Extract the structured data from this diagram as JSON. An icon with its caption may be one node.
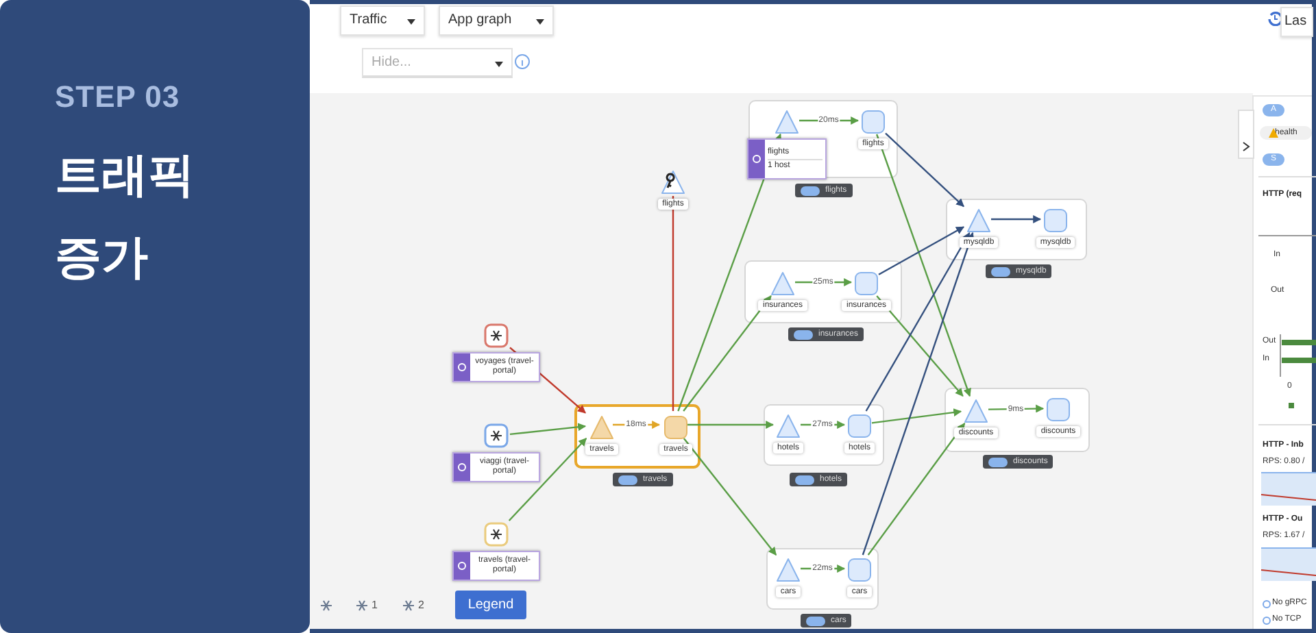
{
  "diagram": {
    "title": "트래픽 증가",
    "nodes": [
      {
        "text": [
          "voyages (travel-portal)"
        ]
      },
      {
        "text": [
          "viaggi (travel-portal)"
        ]
      },
      {
        "text": [
          "travels (travel-portal)"
        ]
      },
      {
        "text": [
          "flights"
        ]
      },
      {
        "text": [],
        "shape": "box",
        "beside": [
          "travels"
        ]
      },
      {
        "text": [
          "travels"
        ],
        "in": 4
      },
      {
        "text": [
          "travels"
        ],
        "in": 4
      },
      {
        "text": [],
        "shape": "box",
        "beside": [
          "flights"
        ]
      },
      {
        "text": [
          "flights",
          "1 host"
        ],
        "in": 7
      },
      {
        "text": [
          "flights"
        ],
        "in": 7
      },
      {
        "text": [],
        "shape": "box",
        "beside": [
          "insurances"
        ]
      },
      {
        "text": [
          "insurances"
        ],
        "in": 10
      },
      {
        "text": [
          "insurances"
        ],
        "in": 10
      },
      {
        "text": [],
        "shape": "box",
        "beside": [
          "mysqldb"
        ]
      },
      {
        "text": [
          "mysqldb"
        ],
        "in": 13
      },
      {
        "text": [
          "mysqldb"
        ],
        "in": 13
      },
      {
        "text": [],
        "shape": "box",
        "beside": [
          "hotels"
        ]
      },
      {
        "text": [
          "hotels"
        ],
        "in": 16
      },
      {
        "text": [
          "hotels"
        ],
        "in": 16
      },
      {
        "text": [],
        "shape": "box",
        "beside": [
          "discounts"
        ]
      },
      {
        "text": [
          "discounts"
        ],
        "in": 19
      },
      {
        "text": [
          "discounts"
        ],
        "in": 19
      },
      {
        "text": [],
        "shape": "box",
        "beside": [
          "cars"
        ]
      },
      {
        "text": [
          "cars"
        ],
        "in": 22
      },
      {
        "text": [
          "cars"
        ],
        "in": 22
      }
    ],
    "edges": [
      {
        "from": 0,
        "to": 5,
        "arrow": "to",
        "color": "#c0392b"
      },
      {
        "from": 1,
        "to": 5,
        "arrow": "to"
      },
      {
        "from": 2,
        "to": 5,
        "arrow": "to"
      },
      {
        "from": 5,
        "to": 6,
        "arrow": "to",
        "label": "18ms",
        "color": "#e0a526"
      },
      {
        "from": 6,
        "to": 3,
        "arrow": "none",
        "color": "#c0392b"
      },
      {
        "from": 6,
        "to": 8,
        "arrow": "to"
      },
      {
        "from": 6,
        "to": 11,
        "arrow": "to"
      },
      {
        "from": 6,
        "to": 17,
        "arrow": "to"
      },
      {
        "from": 6,
        "to": 23,
        "arrow": "to"
      },
      {
        "from": 8,
        "to": 9,
        "arrow": "to",
        "label": "20ms"
      },
      {
        "from": 9,
        "to": 14,
        "arrow": "to",
        "color": "#34507e"
      },
      {
        "from": 9,
        "to": 20,
        "arrow": "to"
      },
      {
        "from": 11,
        "to": 12,
        "arrow": "to",
        "label": "25ms"
      },
      {
        "from": 12,
        "to": 14,
        "arrow": "to",
        "color": "#34507e"
      },
      {
        "from": 12,
        "to": 20,
        "arrow": "to"
      },
      {
        "from": 17,
        "to": 18,
        "arrow": "to",
        "label": "27ms"
      },
      {
        "from": 18,
        "to": 14,
        "arrow": "to",
        "color": "#34507e"
      },
      {
        "from": 18,
        "to": 20,
        "arrow": "to"
      },
      {
        "from": 23,
        "to": 24,
        "arrow": "to",
        "label": "22ms"
      },
      {
        "from": 24,
        "to": 14,
        "arrow": "to",
        "color": "#34507e"
      },
      {
        "from": 24,
        "to": 20,
        "arrow": "to"
      },
      {
        "from": 14,
        "to": 15,
        "arrow": "to",
        "color": "#34507e"
      },
      {
        "from": 20,
        "to": 21,
        "arrow": "to",
        "label": "9ms"
      }
    ],
    "labels": [
      "STEP 03",
      "Traffic",
      "App graph",
      "Hide...",
      "Las",
      "A",
      "health",
      "S",
      "HTTP (req",
      "In",
      "Out",
      "Out",
      "In",
      "0",
      "HTTP - Inb",
      "RPS: 0.80 /",
      "HTTP - Ou",
      "RPS: 1.67 /",
      "No gRPC",
      "No TCP",
      "1",
      "2",
      "Legend"
    ]
  }
}
